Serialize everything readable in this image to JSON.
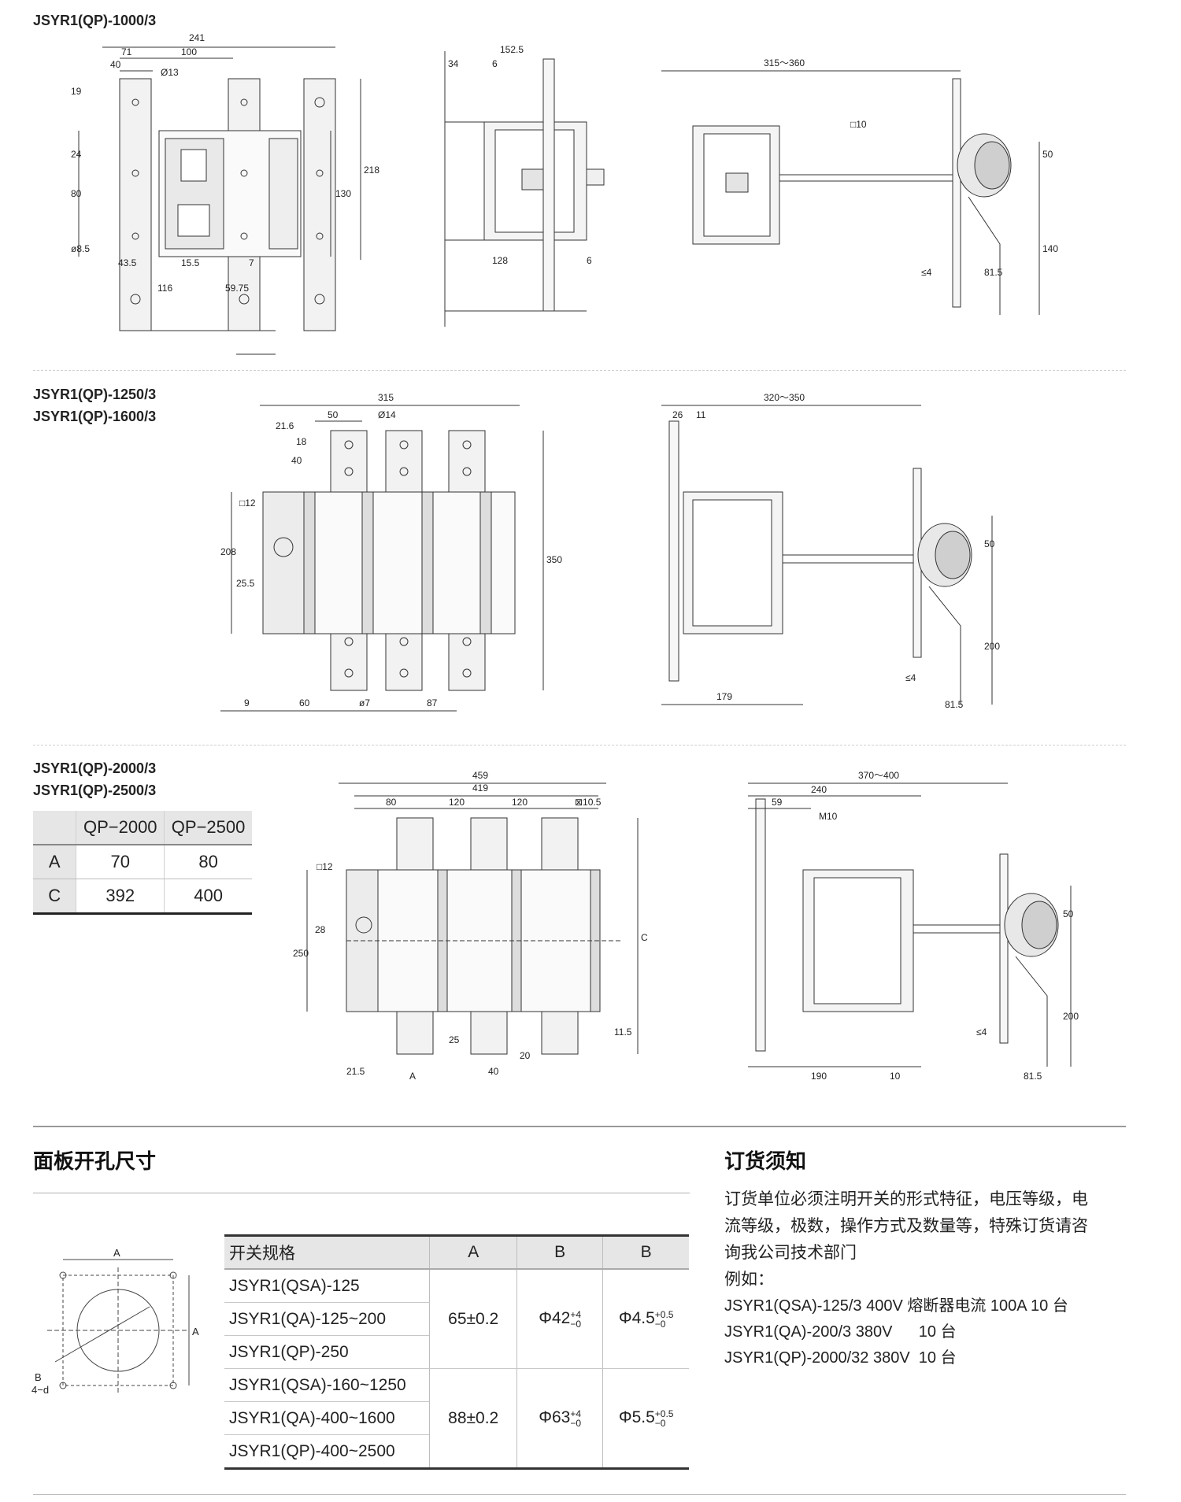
{
  "section1": {
    "model": "JSYR1(QP)-1000/3",
    "dims_front": [
      "241",
      "71",
      "100",
      "40",
      "19",
      "Ø13",
      "24",
      "80",
      "130",
      "218",
      "ø8.5",
      "43.5",
      "15.5",
      "7",
      "116",
      "59.75"
    ],
    "dims_side": [
      "152.5",
      "34",
      "6",
      "128",
      "6"
    ],
    "dims_handle": [
      "315～360",
      "□10",
      "50",
      "140",
      "≤4",
      "81.5"
    ]
  },
  "section2": {
    "model_a": "JSYR1(QP)-1250/3",
    "model_b": "JSYR1(QP)-1600/3",
    "dims_front": [
      "315",
      "50",
      "Ø14",
      "21.6",
      "18",
      "40",
      "□12",
      "208",
      "25.5",
      "350",
      "9",
      "60",
      "ø7",
      "87"
    ],
    "dims_side": [
      "320～350",
      "26",
      "11",
      "50",
      "200",
      "≤4",
      "179",
      "81.5"
    ]
  },
  "section3": {
    "model_a": "JSYR1(QP)-2000/3",
    "model_b": "JSYR1(QP)-2500/3",
    "table": {
      "headers": [
        "QP−2000",
        "QP−2500"
      ],
      "rows": [
        {
          "label": "A",
          "v1": "70",
          "v2": "80"
        },
        {
          "label": "C",
          "v1": "392",
          "v2": "400"
        }
      ]
    },
    "dims_front": [
      "459",
      "419",
      "80",
      "120",
      "120",
      "⊠10.5",
      "□12",
      "28",
      "250",
      "C",
      "11.5",
      "25",
      "20",
      "40",
      "21.5",
      "A"
    ],
    "dims_side": [
      "370～400",
      "240",
      "59",
      "M10",
      "50",
      "200",
      "≤4",
      "81.5",
      "190",
      "10"
    ]
  },
  "panel": {
    "title": "面板开孔尺寸",
    "diagram_labels": [
      "A",
      "A",
      "B",
      "4−d"
    ],
    "table_headers": [
      "开关规格",
      "A",
      "B",
      "B"
    ],
    "groups": [
      {
        "names": [
          "JSYR1(QSA)-125",
          "JSYR1(QA)-125~200",
          "JSYR1(QP)-250"
        ],
        "a": "65±0.2",
        "b_base": "Φ42",
        "b_up": "+4",
        "b_low": "−0",
        "d_base": "Φ4.5",
        "d_up": "+0.5",
        "d_low": "−0"
      },
      {
        "names": [
          "JSYR1(QSA)-160~1250",
          "JSYR1(QA)-400~1600",
          "JSYR1(QP)-400~2500"
        ],
        "a": "88±0.2",
        "b_base": "Φ63",
        "b_up": "+4",
        "b_low": "−0",
        "d_base": "Φ5.5",
        "d_up": "+0.5",
        "d_low": "−0"
      }
    ]
  },
  "order": {
    "title": "订货须知",
    "lines": [
      "订货单位必须注明开关的形式特征，电压等级，电",
      "流等级，极数，操作方式及数量等，特殊订货请咨",
      "询我公司技术部门"
    ],
    "example_label": "例如：",
    "examples": [
      "JSYR1(QSA)-125/3 400V 熔断器电流 100A 10 台",
      "JSYR1(QA)-200/3 380V      10 台",
      "JSYR1(QP)-2000/32 380V  10 台"
    ]
  }
}
